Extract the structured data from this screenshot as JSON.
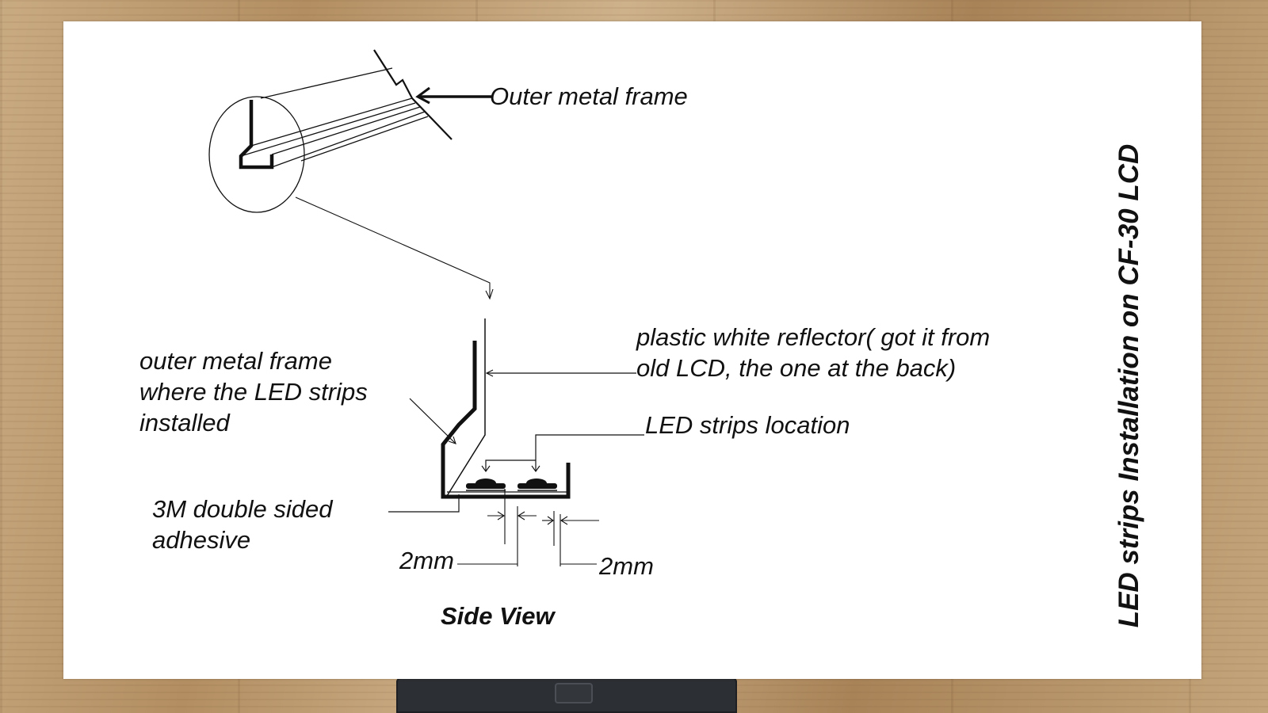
{
  "diagram": {
    "vertical_title": "LED strips Installation on CF-30 LCD",
    "labels": {
      "outer_frame_top": "Outer metal frame",
      "reflector": [
        "plastic white reflector( got it from",
        "old LCD, the one at the back)"
      ],
      "led_location": "LED strips location",
      "outer_frame_side": [
        "outer metal frame",
        "where the LED strips",
        "installed"
      ],
      "adhesive": [
        "3M double sided",
        "adhesive"
      ],
      "dim_left": "2mm",
      "dim_right": "2mm",
      "view_caption": "Side View"
    }
  }
}
